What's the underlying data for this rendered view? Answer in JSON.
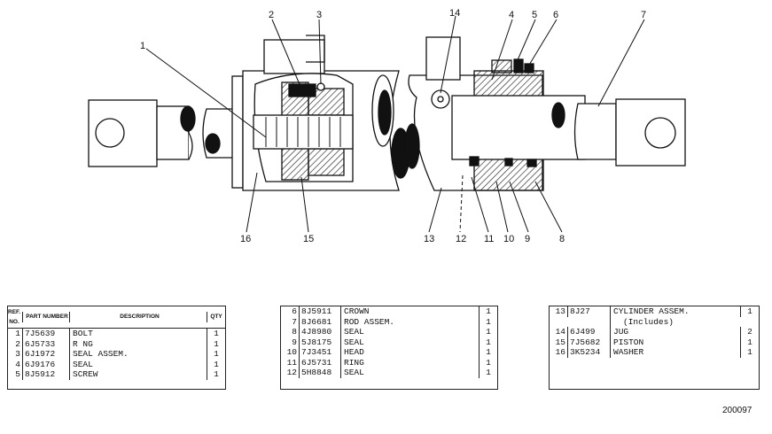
{
  "diagram": {
    "callouts": [
      "1",
      "2",
      "3",
      "4",
      "5",
      "6",
      "7",
      "8",
      "9",
      "10",
      "11",
      "12",
      "13",
      "14",
      "15",
      "16"
    ],
    "colors": {
      "ink": "#111111",
      "paper": "#ffffff",
      "hatch": "#333333"
    }
  },
  "table1": {
    "headers": {
      "ref": "REF. NO.",
      "part": "PART NUMBER",
      "desc": "DESCRIPTION",
      "qty": "QTY"
    },
    "rows": [
      {
        "ref": "1",
        "part": "7J5639",
        "desc": "BOLT",
        "qty": "1"
      },
      {
        "ref": "2",
        "part": "6J5733",
        "desc": "R NG",
        "qty": "1"
      },
      {
        "ref": "3",
        "part": "6J1972",
        "desc": "SEAL ASSEM.",
        "qty": "1"
      },
      {
        "ref": "4",
        "part": "6J9176",
        "desc": "SEAL",
        "qty": "1"
      },
      {
        "ref": "5",
        "part": "8J5912",
        "desc": "SCREW",
        "qty": "1"
      }
    ]
  },
  "table2": {
    "rows": [
      {
        "ref": "6",
        "part": "8J5911",
        "desc": "CROWN",
        "qty": "1"
      },
      {
        "ref": "7",
        "part": "8J6681",
        "desc": "ROD ASSEM.",
        "qty": "1"
      },
      {
        "ref": "8",
        "part": "4J8980",
        "desc": "SEAL",
        "qty": "1"
      },
      {
        "ref": "9",
        "part": "5J8175",
        "desc": "SEAL",
        "qty": "1"
      },
      {
        "ref": "10",
        "part": "7J3451",
        "desc": "HEAD",
        "qty": "1"
      },
      {
        "ref": "11",
        "part": "6J5731",
        "desc": "RING",
        "qty": "1"
      },
      {
        "ref": "12",
        "part": "5H8848",
        "desc": "SEAL",
        "qty": "1"
      }
    ]
  },
  "table3": {
    "rows": [
      {
        "ref": "13",
        "part": "8J27",
        "desc": "CYLINDER ASSEM.",
        "qty": "1"
      },
      {
        "ref": "",
        "part": "",
        "desc": "(Includes)",
        "qty": ""
      },
      {
        "ref": "14",
        "part": "6J499",
        "desc": "JUG",
        "qty": "2"
      },
      {
        "ref": "15",
        "part": "7J5682",
        "desc": "PISTON",
        "qty": "1"
      },
      {
        "ref": "16",
        "part": "3K5234",
        "desc": "WASHER",
        "qty": "1"
      }
    ]
  },
  "figure_number": "200097"
}
